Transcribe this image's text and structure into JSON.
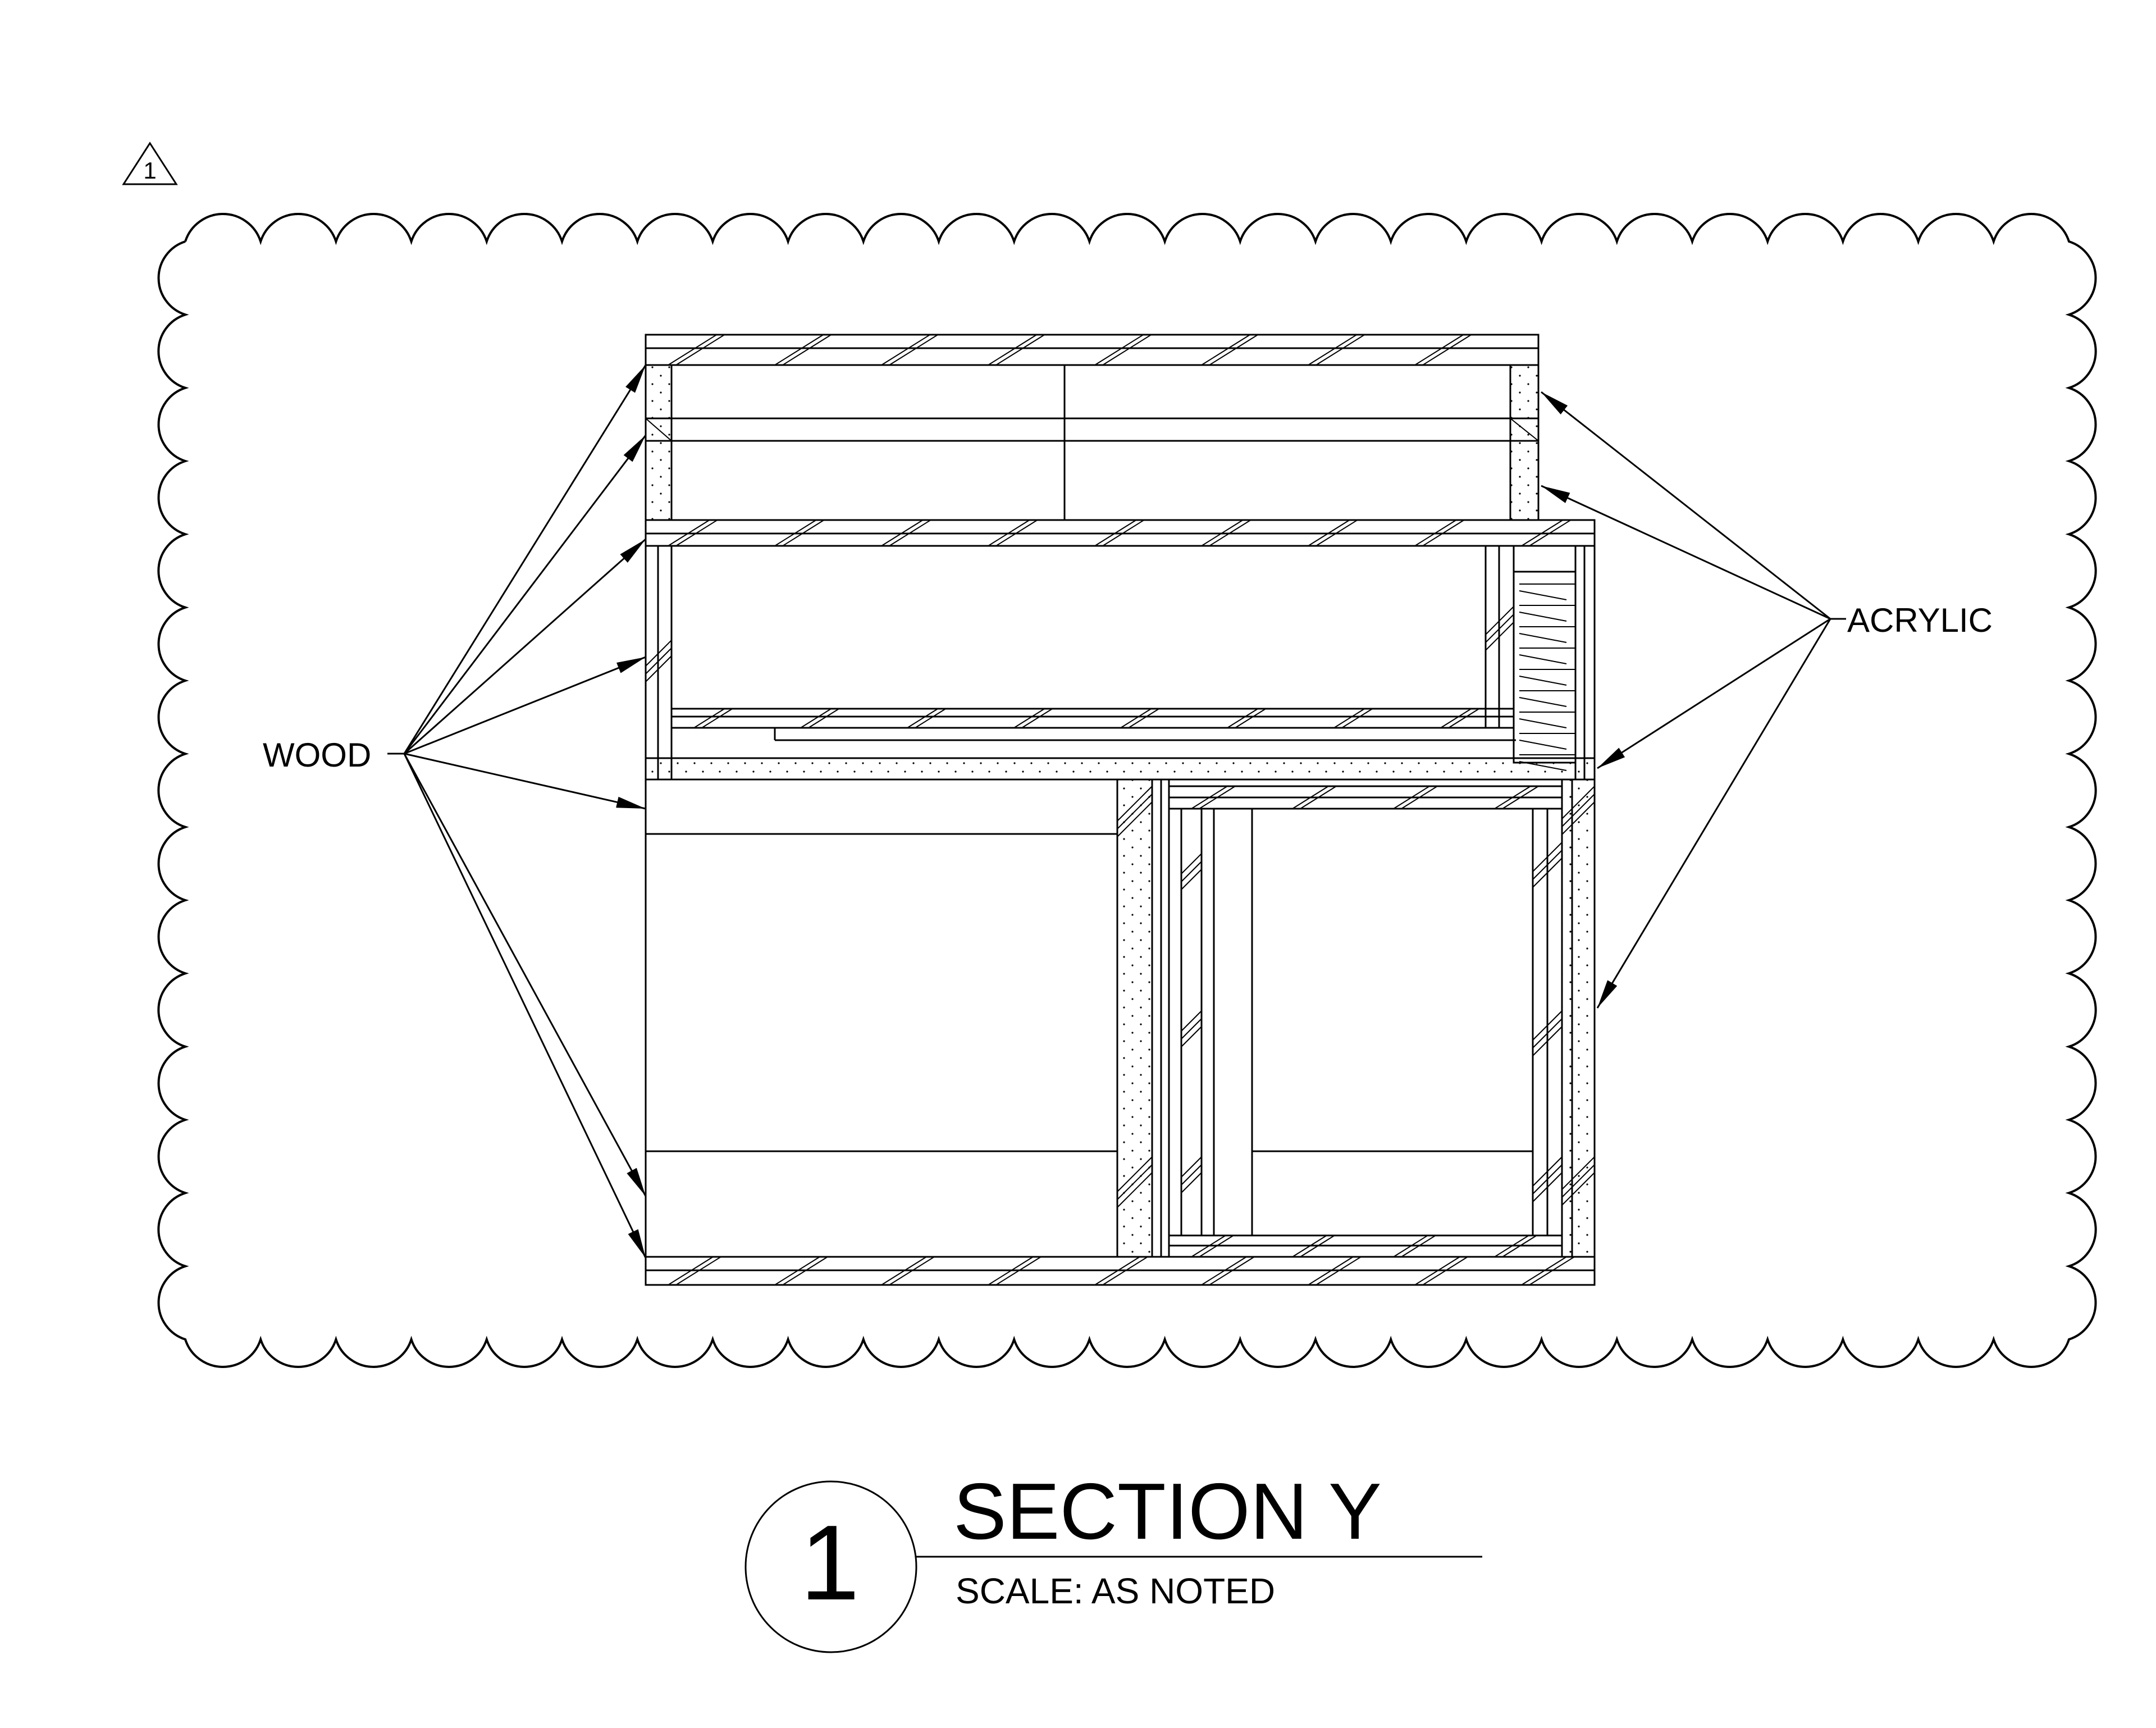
{
  "revision": {
    "number": "1"
  },
  "callouts": {
    "left": "WOOD",
    "right": "ACRYLIC"
  },
  "title_block": {
    "number": "1",
    "title": "SECTION Y",
    "scale": "SCALE: AS NOTED"
  },
  "colors": {
    "line": "#000000",
    "background": "#ffffff"
  }
}
